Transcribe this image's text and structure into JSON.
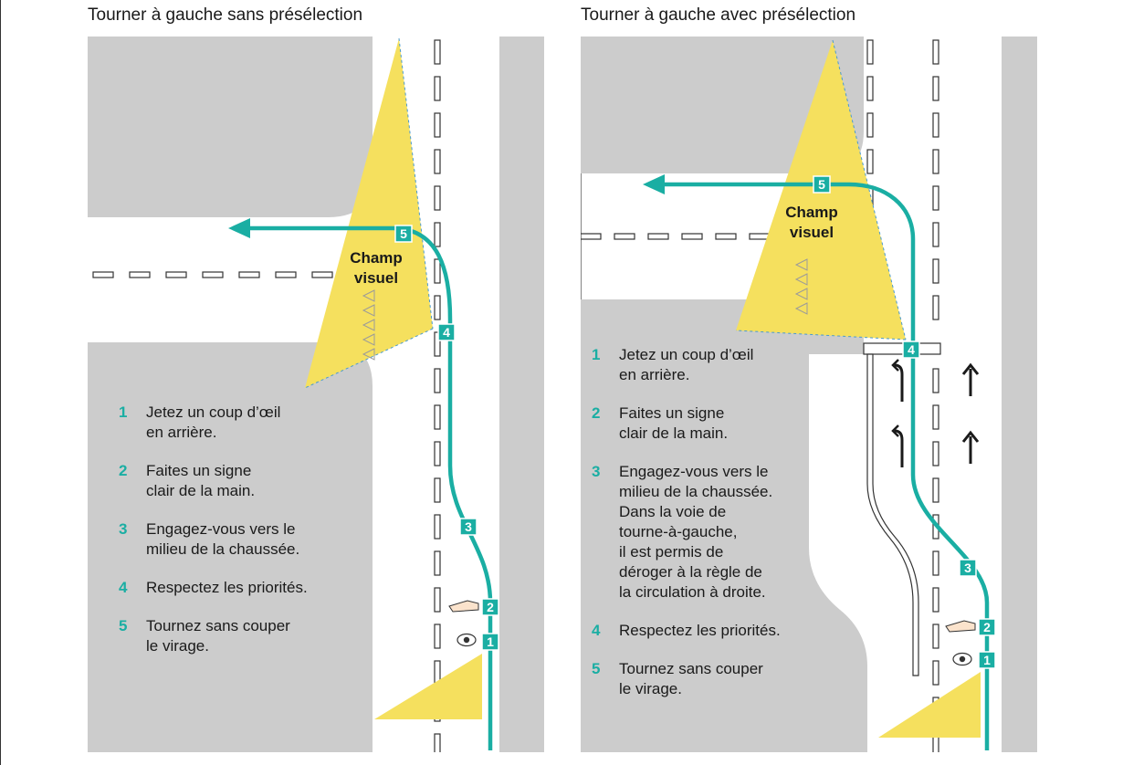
{
  "panels": [
    {
      "title": "Tourner à gauche sans présélection",
      "visual_field_label": "Champ\nvisuel",
      "markers": [
        "1",
        "2",
        "3",
        "4",
        "5"
      ],
      "steps": [
        {
          "num": "1",
          "text": "Jetez un coup d’œil\nen arrière."
        },
        {
          "num": "2",
          "text": "Faites un signe\nclair de la main."
        },
        {
          "num": "3",
          "text": "Engagez-vous vers le\nmilieu de la chaussée."
        },
        {
          "num": "4",
          "text": "Respectez les priorités."
        },
        {
          "num": "5",
          "text": "Tournez sans couper\nle virage."
        }
      ]
    },
    {
      "title": "Tourner à gauche avec présélection",
      "visual_field_label": "Champ\nvisuel",
      "markers": [
        "1",
        "2",
        "3",
        "4",
        "5"
      ],
      "steps": [
        {
          "num": "1",
          "text": "Jetez un coup d’œil\nen arrière."
        },
        {
          "num": "2",
          "text": "Faites un signe\nclair de la main."
        },
        {
          "num": "3",
          "text": "Engagez-vous vers le\nmilieu de la chaussée.\nDans la voie de\ntourne-à-gauche,\nil est permis de\ndéroger à la règle de\nla circulation à droite."
        },
        {
          "num": "4",
          "text": "Respectez les priorités."
        },
        {
          "num": "5",
          "text": "Tournez sans couper\nle virage."
        }
      ]
    }
  ],
  "icons": [
    "eye-icon",
    "hand-signal-icon",
    "arrow-left-icon",
    "lane-arrow-left-turn-icon",
    "lane-arrow-straight-icon"
  ],
  "colors": {
    "block": "#cccccc",
    "visual_field": "#f5e05e",
    "path": "#1aaea3",
    "marker_bg": "#1aaea3",
    "marker_text": "#ffffff",
    "step_number": "#1aaea3"
  }
}
